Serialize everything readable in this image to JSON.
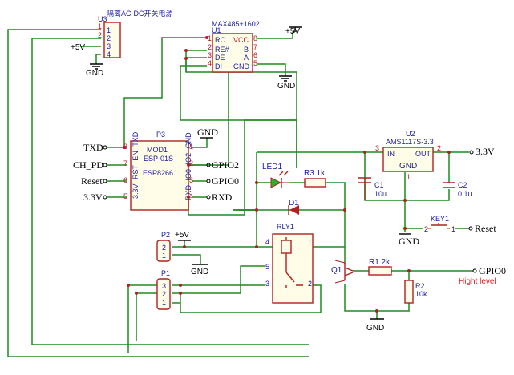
{
  "u3": {
    "title": "隔离AC-DC开关电源",
    "ref": "U3",
    "pins": [
      "1",
      "2",
      "3",
      "4"
    ],
    "p12": "1",
    "p22": "2"
  },
  "u1": {
    "value": "MAX485+1602",
    "ref": "U1",
    "left": [
      "RO",
      "RE#",
      "DE",
      "DI"
    ],
    "right": [
      "VCC",
      "B",
      "A",
      "GND"
    ],
    "lnum": [
      "1",
      "2",
      "3",
      "4"
    ],
    "rnum": [
      "8",
      "7",
      "6",
      "5"
    ]
  },
  "p3": {
    "ref": "P3",
    "name1": "MOD1",
    "name2": "ESP-01S",
    "name3": "ESP8266",
    "left": [
      "TXD",
      "EN",
      "RST",
      "3.3V"
    ],
    "right": [
      "GND",
      "IO2",
      "IO0",
      "RXD"
    ],
    "lnum": [
      "8",
      "7",
      "6",
      "5"
    ],
    "rnum": [
      "1",
      "2",
      "3",
      "4"
    ]
  },
  "u2": {
    "ref": "U2",
    "value": "AMS1117S-3.3",
    "in": "IN",
    "out": "OUT",
    "gnd": "GND",
    "pin_in": "3",
    "pin_out": "2",
    "pin_gnd": "1"
  },
  "labels": {
    "txd": "TXD",
    "chpd": "CH_PD",
    "reset": "Reset",
    "v33": "3.3V",
    "gnd": "GND",
    "gpio2": "GPIO2",
    "gpio0": "GPIO0",
    "rxd": "RXD",
    "v5": "+5V",
    "v33_out": "3.3V",
    "reset2": "Reset",
    "gpio0_in": "GPIO0",
    "hight_level": "Hight level"
  },
  "parts": {
    "led1": "LED1",
    "r3": "R3 1k",
    "d1": "D1",
    "c1": "C1",
    "c1v": "10u",
    "c2": "C2",
    "c2v": "0.1u",
    "key1": "KEY1",
    "k2": "2",
    "k1": "1",
    "rly1": "RLY1",
    "r1": "R1  2k",
    "r2": "R2",
    "r2v": "10k",
    "q1": "Q1",
    "p1": "P1",
    "p2": "P2"
  },
  "pins": {
    "p2": [
      "2",
      "1"
    ],
    "p1": [
      "3",
      "2",
      "1"
    ],
    "rly": [
      "4",
      "1",
      "5",
      "3",
      "2"
    ]
  }
}
